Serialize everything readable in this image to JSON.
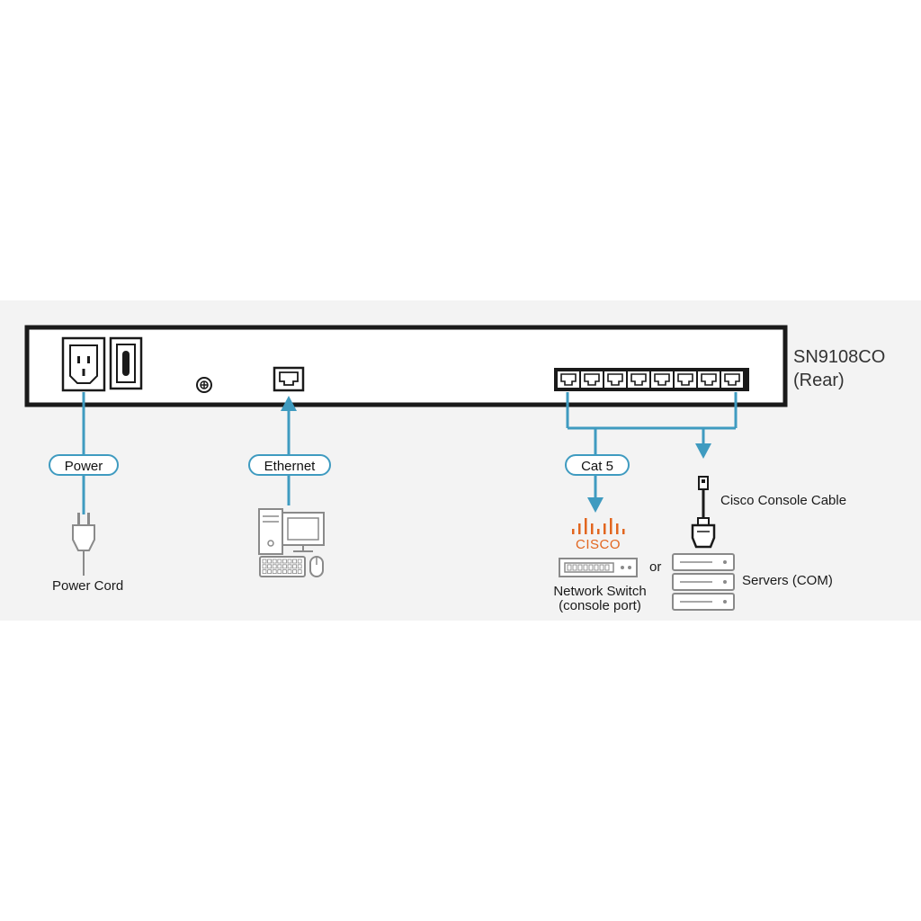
{
  "device": {
    "model": "SN9108CO",
    "view": "(Rear)"
  },
  "connectors": {
    "power": "Power",
    "ethernet": "Ethernet",
    "cat5": "Cat 5"
  },
  "devices": {
    "power_cord": "Power Cord",
    "cisco_console_cable": "Cisco Console Cable",
    "cisco_logo": "CISCO",
    "network_switch_line1": "Network Switch",
    "network_switch_line2": "(console port)",
    "or": "or",
    "servers": "Servers (COM)"
  },
  "colors": {
    "cable": "#3f9bc0",
    "cisco": "#e2661f",
    "outline": "#1a1a1a",
    "icon_gray": "#8a8a8a"
  },
  "icons": [
    "power-inlet-icon",
    "power-switch-icon",
    "ground-screw-icon",
    "rj45-port-icon",
    "computer-icon",
    "cisco-logo-icon",
    "network-switch-icon",
    "console-cable-icon",
    "server-stack-icon",
    "power-plug-icon"
  ]
}
